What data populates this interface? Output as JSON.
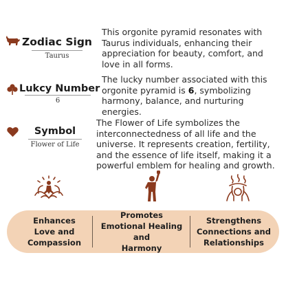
{
  "zodiac": {
    "title": "Zodiac Sign",
    "value": "Taurus",
    "icon": "bull-icon",
    "description": "This orgonite pyramid resonates with Taurus individuals, enhancing their appreciation for beauty, comfort, and love in all forms."
  },
  "lucky_number": {
    "title": "Lukcy Number",
    "value": "6",
    "icon": "clover-icon",
    "description_before": "The lucky number associated with this orgonite pyramid is ",
    "description_number": "6",
    "description_after": ", symbolizing harmony, balance, and nurturing energies."
  },
  "symbol": {
    "title": "Symbol",
    "value": "Flower of Life",
    "icon": "heart-icon",
    "description": "The Flower of Life symbolizes the interconnectedness of all life and the universe. It represents creation, fertility, and the essence of life itself, making it a powerful emblem for healing and growth."
  },
  "benefits": [
    {
      "icon": "lotus-meditation-icon",
      "line1": "Enhances",
      "line2": "Love and",
      "line3": "Compassion"
    },
    {
      "icon": "raised-fist-person-icon",
      "line1": "Promotes",
      "line2": "Emotional Healing and",
      "line3": "Harmony"
    },
    {
      "icon": "head-energy-icon",
      "line1": "Strengthens",
      "line2": "Connections and",
      "line3": "Relationships"
    }
  ],
  "colors": {
    "accent": "#8b3a1e",
    "banner": "#f3d3b6",
    "text": "#2b2b2b"
  }
}
